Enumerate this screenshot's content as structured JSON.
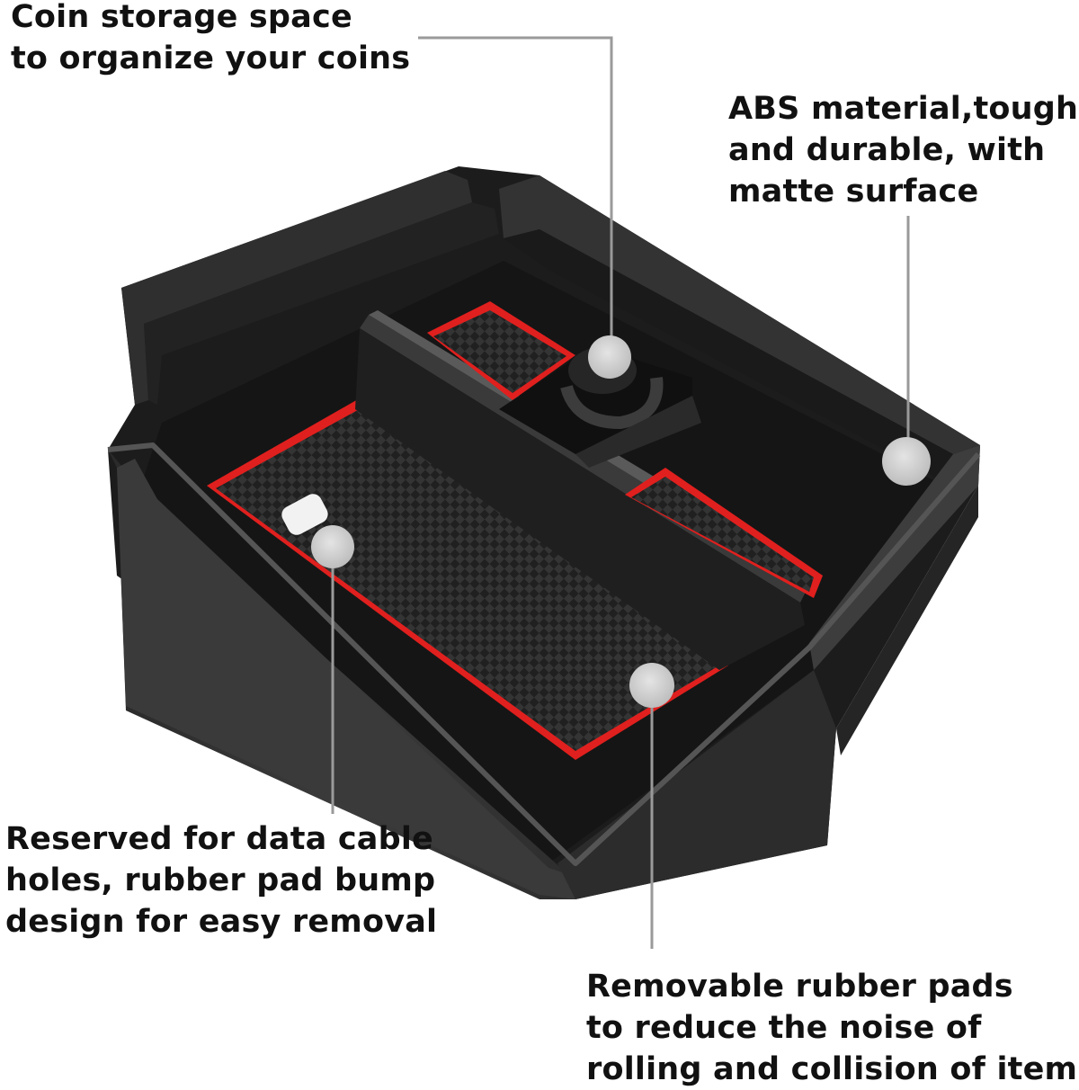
{
  "product": {
    "image_label": "Center console armrest storage organizer tray with red-trimmed rubber pads",
    "colors": {
      "tray": "#2b2b2b",
      "tray_dark": "#161616",
      "tray_light": "#4a4a4a",
      "pad_trim": "#e0201e",
      "callout_line": "#9a9a9a",
      "callout_dot": "#cfcfcf"
    }
  },
  "callouts": [
    {
      "id": "coin",
      "lines": [
        "Coin storage space",
        "to organize your coins"
      ]
    },
    {
      "id": "abs",
      "lines": [
        "ABS material,tough",
        "and durable, with",
        "matte surface"
      ]
    },
    {
      "id": "cable",
      "lines": [
        "Reserved for data cable",
        "holes, rubber pad bump",
        "design for easy removal"
      ]
    },
    {
      "id": "pads",
      "lines": [
        "Removable rubber pads",
        "to reduce the noise of",
        "rolling and collision of items"
      ]
    }
  ]
}
